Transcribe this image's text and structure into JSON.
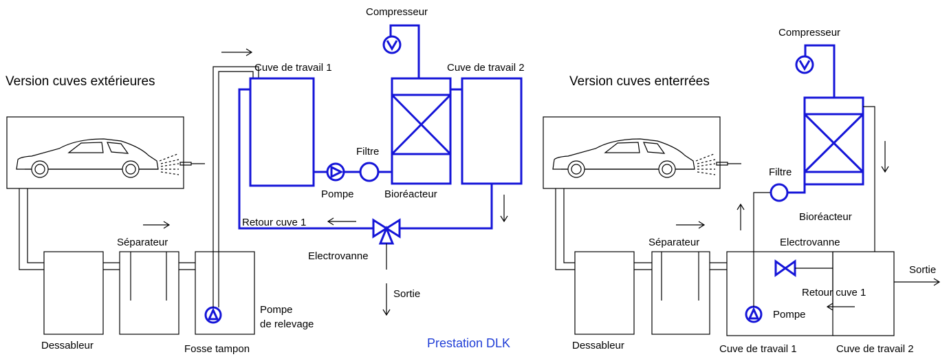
{
  "left": {
    "title": "Version cuves extérieures",
    "compresseur": "Compresseur",
    "cuve_travail_1": "Cuve de travail 1",
    "cuve_travail_2": "Cuve de travail 2",
    "filtre": "Filtre",
    "pompe": "Pompe",
    "bioreacteur": "Bioréacteur",
    "retour_cuve_1": "Retour cuve 1",
    "electrovanne": "Electrovanne",
    "sortie": "Sortie",
    "separateur": "Séparateur",
    "dessableur": "Dessableur",
    "fosse_tampon": "Fosse tampon",
    "pompe_relevage_line1": "Pompe",
    "pompe_relevage_line2": "de relevage"
  },
  "right": {
    "title": "Version cuves enterrées",
    "compresseur": "Compresseur",
    "filtre": "Filtre",
    "bioreacteur": "Bioréacteur",
    "electrovanne": "Electrovanne",
    "sortie": "Sortie",
    "retour_cuve_1": "Retour cuve 1",
    "pompe": "Pompe",
    "separateur": "Séparateur",
    "dessableur": "Dessableur",
    "cuve_travail_1": "Cuve de travail 1",
    "cuve_travail_2": "Cuve de travail 2"
  },
  "footer": {
    "brand": "Prestation DLK"
  },
  "colors": {
    "process_line": "#1515d8",
    "brand_text": "#1f3dd6",
    "outline": "#000000"
  }
}
